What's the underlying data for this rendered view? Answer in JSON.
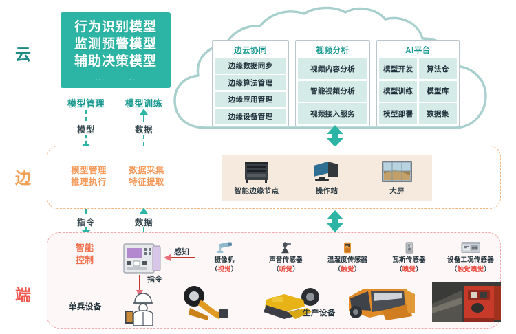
{
  "layers": {
    "cloud_label": "云",
    "edge_label": "边",
    "terminal_label": "端"
  },
  "colors": {
    "teal": "#2cb5a5",
    "teal_dark": "#17998f",
    "orange": "#f59a5a",
    "red": "#e8483c",
    "pink_border": "#f0a8a8",
    "panel_row": "#d4ebe8",
    "edge_panel_bg": "#f6e9dd"
  },
  "hero": {
    "lines": [
      "行为识别模型",
      "监测预警模型",
      "辅助决策模型"
    ],
    "dots": [
      "...",
      "..."
    ]
  },
  "cloud": {
    "panels": [
      {
        "title": "边云协同",
        "rows": [
          "边缘数据同步",
          "边缘算法管理",
          "边缘应用管理",
          "边缘设备管理"
        ]
      },
      {
        "title": "视频分析",
        "rows": [
          "视频内容分析",
          "智能视频分析",
          "视频接入服务"
        ]
      },
      {
        "title": "AI平台",
        "pairs": [
          [
            "模型开发",
            "算法仓"
          ],
          [
            "模型训练",
            "模型库"
          ],
          [
            "模型部署",
            "数据集"
          ]
        ]
      }
    ]
  },
  "cloud_edge_links": {
    "left": {
      "top": "模型管理",
      "mid": "模型",
      "direction": "down"
    },
    "right": {
      "top": "模型训练",
      "mid": "数据",
      "direction": "up"
    }
  },
  "edge": {
    "functions": [
      {
        "lines": [
          "模型管理",
          "推理执行"
        ]
      },
      {
        "lines": [
          "数据采集",
          "特征提取"
        ]
      }
    ],
    "devices": [
      {
        "label": "智能边缘节点",
        "icon": "server-rack-icon"
      },
      {
        "label": "操作站",
        "icon": "workstation-icon"
      },
      {
        "label": "大屏",
        "icon": "video-wall-icon"
      }
    ]
  },
  "edge_terminal_links": {
    "left": {
      "label": "指令",
      "direction": "down"
    },
    "right": {
      "label": "数据",
      "direction": "up"
    }
  },
  "terminal": {
    "control_lines": [
      "智能",
      "控制"
    ],
    "sense_arrow_label": "感知",
    "command_arrow_label": "指令",
    "single_soldier_label": "单兵设备",
    "production_label": "生产设备",
    "sensors": [
      {
        "name": "摄像机",
        "sense": "视觉",
        "icon": "camera-icon"
      },
      {
        "name": "声音传感器",
        "sense": "听觉",
        "icon": "microphone-sensor-icon"
      },
      {
        "name": "温湿度传感器",
        "sense": "触觉",
        "icon": "temperature-humidity-sensor-icon"
      },
      {
        "name": "瓦斯传感器",
        "sense": "嗅觉",
        "icon": "gas-sensor-icon"
      },
      {
        "name": "设备工况传感器",
        "sense": "触觉嗅觉",
        "icon": "equipment-condition-sensor-icon"
      }
    ],
    "production_equipment": [
      {
        "icon": "roadheader-icon"
      },
      {
        "icon": "shearer-icon"
      },
      {
        "icon": "conveyor-icon"
      },
      {
        "icon": "mine-locomotive-icon"
      }
    ]
  }
}
